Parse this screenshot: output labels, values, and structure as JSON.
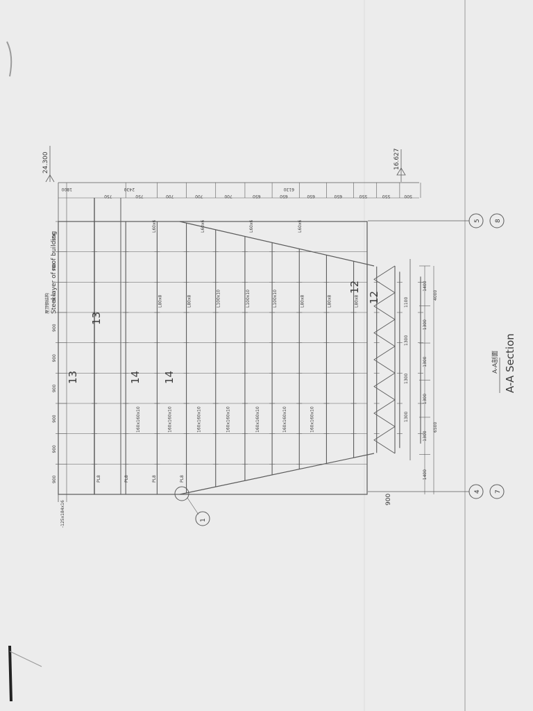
{
  "drawing": {
    "section_title_cn": "A-A剖面",
    "section_title_en": "A-A Section",
    "elevation_top": "24.300",
    "elevation_base": "16.627",
    "roof_note_cn": "屋顶钢结构",
    "roof_note_en": "Steel layer of roof building",
    "axis_left": [
      "4",
      "7"
    ],
    "axis_right": [
      "5",
      "8"
    ],
    "detail_marker": "1",
    "member_marks": [
      "13",
      "14",
      "14",
      "12",
      "12",
      "13"
    ],
    "stiffener_note": "-125x184x16",
    "bottom_dim": "900"
  },
  "dimensions": {
    "right_column": [
      "1800",
      "2430",
      "6130"
    ],
    "top_row": [
      "550",
      "900",
      "900",
      "900",
      "900",
      "900",
      "900",
      "900",
      "900"
    ],
    "bottom_spans": [
      "1400",
      "1300",
      "1300",
      "1300",
      "1300",
      "1400"
    ],
    "bottom_totals": [
      "6500",
      "4000"
    ],
    "tier_spacing": [
      "750",
      "750",
      "700",
      "700",
      "700",
      "650",
      "650",
      "650",
      "650",
      "550",
      "550",
      "500"
    ],
    "center_gaps": [
      "1100",
      "1300",
      "1300",
      "1300"
    ]
  },
  "profiles": {
    "horizontal": [
      "L80x8",
      "L80x8",
      "L100x10",
      "L100x10",
      "L100x10",
      "L80x8",
      "L80x8",
      "L80x8"
    ],
    "diagonal": [
      "160x160x10",
      "160x160x10",
      "160x160x10",
      "160x160x10",
      "160x160x10",
      "160x160x10",
      "160x160x10"
    ],
    "plate": [
      "PL8",
      "PL8",
      "PL8",
      "PL8"
    ],
    "pipe": [
      "L60x6",
      "L60x6",
      "L60x6",
      "L60x6"
    ]
  }
}
